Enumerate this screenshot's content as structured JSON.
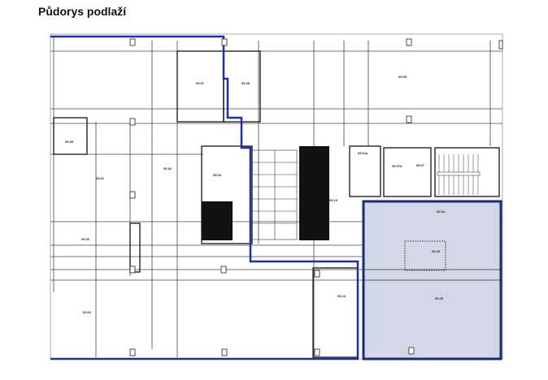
{
  "page": {
    "title": "Půdorys podlaží"
  },
  "plan": {
    "colors": {
      "boundary": "#1f2fa8",
      "selected_fill": "#d3d8e8",
      "selected_border": "#1b2a7a",
      "line": "#333333"
    },
    "rooms": [
      {
        "label": "05.37"
      },
      {
        "label": "05.38"
      },
      {
        "label": "05.35"
      },
      {
        "label": "05.39"
      },
      {
        "label": "05.31"
      },
      {
        "label": "05.32"
      },
      {
        "label": "05.03"
      },
      {
        "label": "05.33"
      },
      {
        "label": "05.22"
      },
      {
        "label": "05.01a"
      },
      {
        "label": "05.07b"
      },
      {
        "label": "05.07"
      },
      {
        "label": "05.34"
      },
      {
        "label": "05.36"
      },
      {
        "label": "05.25"
      },
      {
        "label": "05.24"
      },
      {
        "label": "05.13"
      }
    ],
    "selected_room": "05.34"
  }
}
